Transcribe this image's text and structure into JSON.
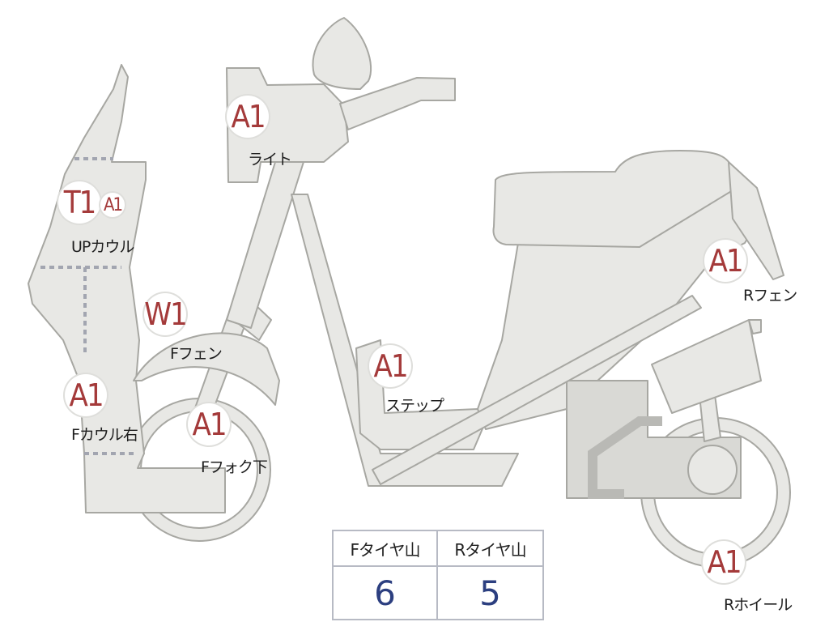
{
  "markers": [
    {
      "id": "light",
      "code": "A1",
      "label": "ライト"
    },
    {
      "id": "upcowl",
      "code": "T1",
      "code2": "A1",
      "label": "UPカウル"
    },
    {
      "id": "ffender",
      "code": "W1",
      "label": "Fフェン"
    },
    {
      "id": "fcowl",
      "code": "A1",
      "label": "Fカウル右"
    },
    {
      "id": "ffork",
      "code": "A1",
      "label": "Fフォク下"
    },
    {
      "id": "step",
      "code": "A1",
      "label": "ステップ"
    },
    {
      "id": "rfender",
      "code": "A1",
      "label": "Rフェン"
    },
    {
      "id": "rwheel",
      "code": "A1",
      "label": "Rホイール"
    }
  ],
  "tire_table": {
    "front_header": "Fタイヤ山",
    "rear_header": "Rタイヤ山",
    "front_value": "6",
    "rear_value": "5"
  },
  "colors": {
    "body_fill": "#e8e8e5",
    "outline": "#a7a7a2",
    "marker_text": "#a43a3a",
    "value_text": "#2c3f80"
  }
}
